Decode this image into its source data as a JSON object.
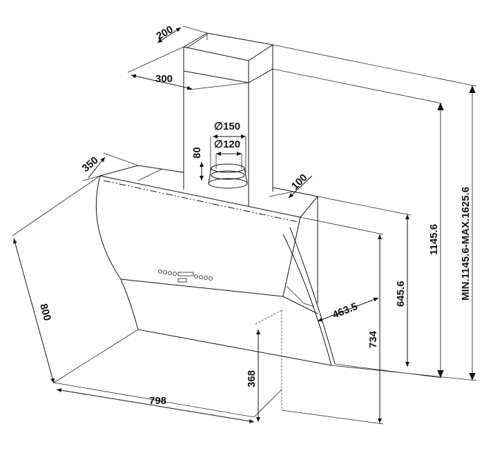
{
  "title": "Range hood dimension drawing",
  "dimensions": {
    "chimney_depth": "200",
    "chimney_width": "300",
    "canopy_depth": "350",
    "outlet_offset": "100",
    "outlet_outer_diameter": "∅150",
    "outlet_inner_diameter": "∅120",
    "outlet_height": "80",
    "glass_height": "800",
    "hood_width": "798",
    "lower_height": "368",
    "front_height": "734",
    "projection": "463.5",
    "body_height": "645.6",
    "min_height": "1145.6",
    "height_range": "MIN.1145.6-MAX.1625.6"
  }
}
